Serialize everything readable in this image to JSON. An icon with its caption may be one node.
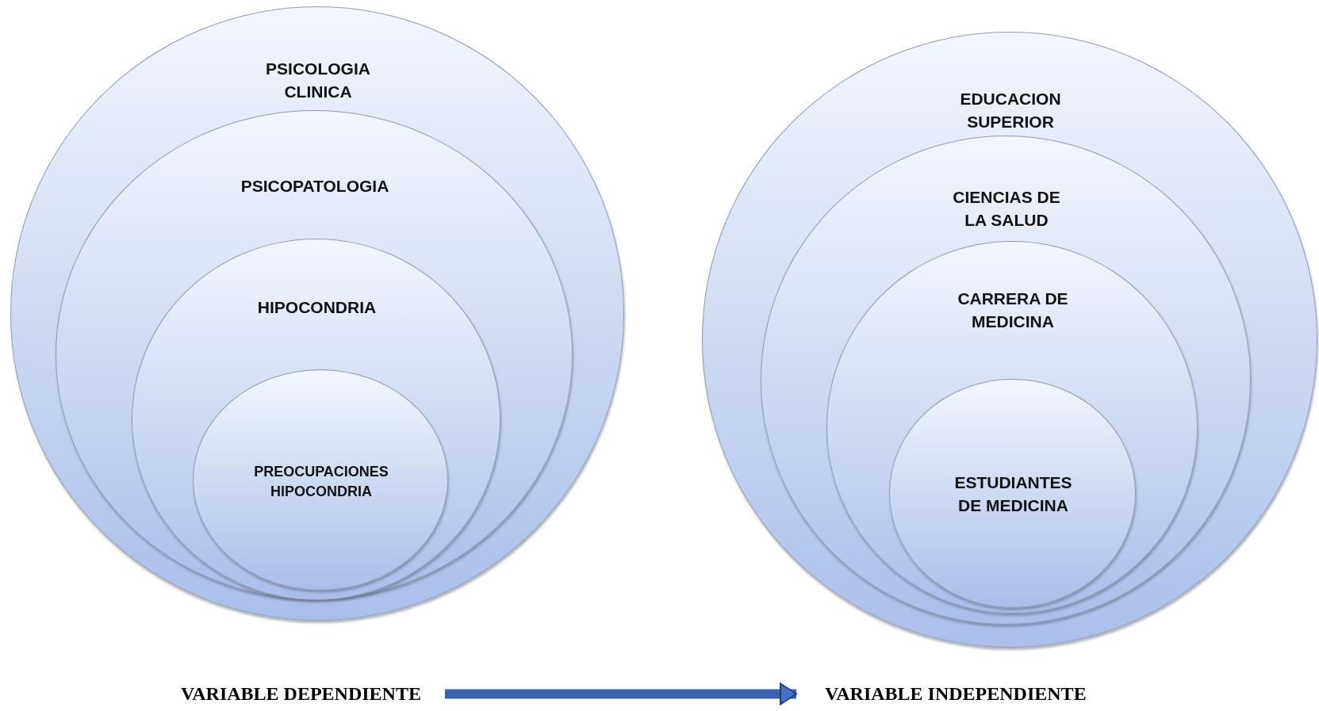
{
  "diagram": {
    "nodes": [
      {
        "text": [
          "PSICOLOGIA CLINICA"
        ]
      },
      {
        "text": [
          "PSICOPATOLOGIA"
        ],
        "in": 0
      },
      {
        "text": [
          "HIPOCONDRIA"
        ],
        "in": 1
      },
      {
        "text": [
          "PREOCUPACIONES HIPOCONDRIA"
        ],
        "in": 2
      },
      {
        "text": [
          "EDUCACION SUPERIOR"
        ]
      },
      {
        "text": [
          "CIENCIAS DE LA SALUD"
        ],
        "in": 4
      },
      {
        "text": [
          "CARRERA DE MEDICINA"
        ],
        "in": 5
      },
      {
        "text": [
          "ESTUDIANTES DE MEDICINA"
        ],
        "in": 6
      },
      {
        "text": [
          "VARIABLE DEPENDIENTE"
        ]
      },
      {
        "text": [
          "VARIABLE INDEPENDIENTE"
        ]
      }
    ],
    "edges": [
      {
        "from": 8,
        "to": 9,
        "arrow": "to"
      }
    ]
  }
}
